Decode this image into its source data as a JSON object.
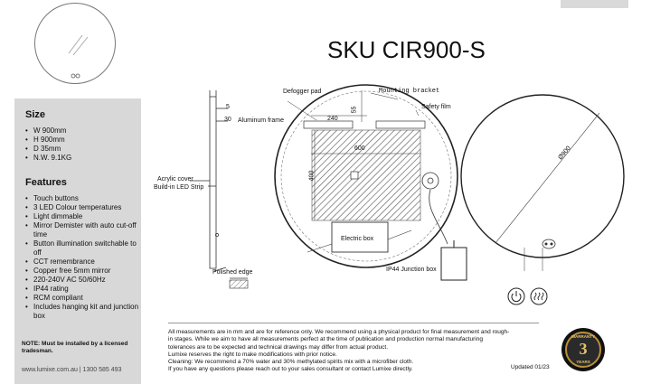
{
  "sku_title": "SKU CIR900-S",
  "size": {
    "heading": "Size",
    "items": [
      "W 900mm",
      "H 900mm",
      "D 35mm",
      "N.W. 9.1KG"
    ]
  },
  "features": {
    "heading": "Features",
    "items": [
      "Touch buttons",
      "3 LED Colour temperatures",
      "Light dimmable",
      "Mirror Demister with auto cut-off time",
      "Button illumination switchable to off",
      "CCT remembrance",
      "Copper free 5mm mirror",
      "220-240V AC 50/60Hz",
      "IP44 rating",
      "RCM compliant",
      "Includes hanging kit and junction box"
    ]
  },
  "note": "NOTE: Must be installed by a licensed tradesman.",
  "contact": "www.lumixe.com.au  |  1300 585 493",
  "drawing_labels": {
    "defogger_pad": "Defogger pad",
    "mounting_bracket": "Mounting bracket",
    "aluminum_frame": "Aluminum frame",
    "safety_film": "Safety film",
    "acrylic_cover": "Acrylic cover",
    "led_strip": "Build-in LED Strip",
    "electric_box": "Electric box",
    "ip44_box": "IP44 Junction box",
    "polished_edge": "Polished edge",
    "dim_5": "5",
    "dim_30": "30",
    "dim_240": "240",
    "dim_55": "55",
    "dim_600": "600",
    "dim_400": "400",
    "dim_diameter": "Ø900"
  },
  "footer_notes": [
    "All measurements are in mm and are for reference only.  We recommend using a physical product for final measurement and rough-",
    "in stages.   While we aim to have all measurements perfect at the time of publication and production normal manufacturing",
    "tolerances are to be expected and technical drawings may differ from actual product.",
    "Lumixe reserves the right to make modifications with prior notice.",
    "Cleaning: We recommend a 70% water and 30% methylated spirits mix with a microfiber cloth.",
    "If you have any questions please reach out to your sales consultant or contact Lumixe directly."
  ],
  "updated": "Updated 01/23",
  "warranty": {
    "text": "WARRANTY",
    "years_number": "3",
    "years_word": "YEARS"
  }
}
